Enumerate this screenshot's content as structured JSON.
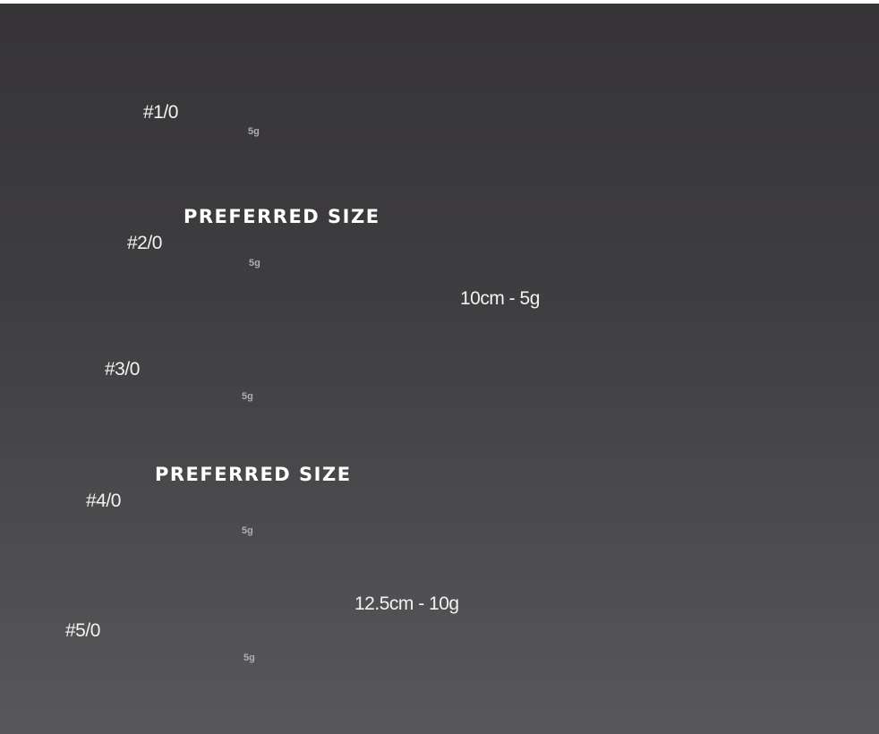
{
  "hooks": [
    {
      "label": "#1/0",
      "weight": "5g"
    },
    {
      "label": "#2/0",
      "weight": "5g"
    },
    {
      "label": "#3/0",
      "weight": "5g"
    },
    {
      "label": "#4/0",
      "weight": "5g"
    },
    {
      "label": "#5/0",
      "weight": "5g"
    }
  ],
  "preferred_labels": [
    {
      "text": "PREFERRED SIZE"
    },
    {
      "text": "PREFERRED SIZE"
    }
  ],
  "lures": [
    {
      "caption": "10cm - 5g"
    },
    {
      "caption": "12.5cm - 10g"
    }
  ],
  "colors": {
    "background_top": "#363436",
    "background_bottom": "#58585a",
    "arrow": "#f39a2f",
    "lure_green": "#3dcc2a",
    "lure_yellow": "#e2e61e",
    "lure_belly": "#f2b51f",
    "stripe": "#111111"
  }
}
